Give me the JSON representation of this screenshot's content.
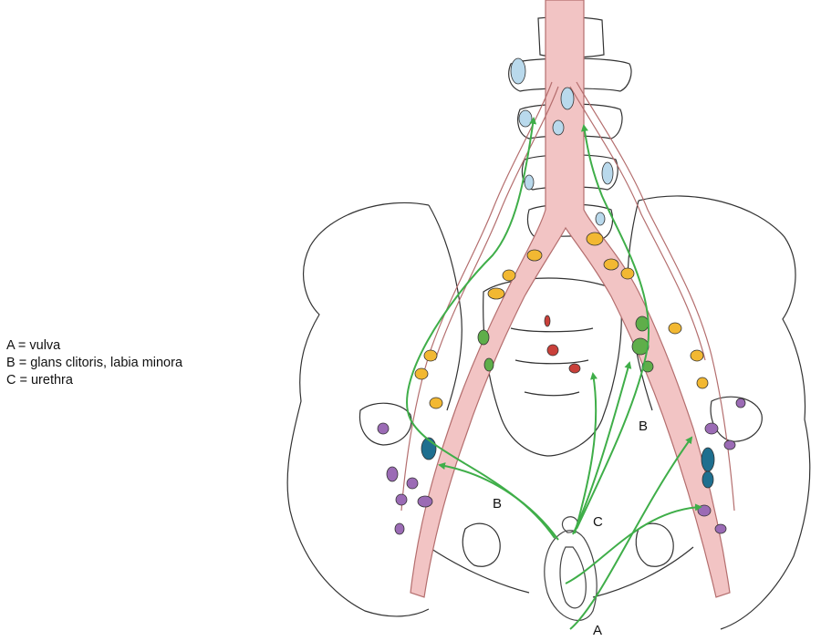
{
  "legend": {
    "a": "A = vulva",
    "b": "B = glans clitoris, labia minora",
    "c": "C = urethra"
  },
  "labels": {
    "a": "A",
    "b_left": "B",
    "b_right": "B",
    "c": "C"
  },
  "colors": {
    "vessel": "#f2c4c4",
    "vessel_outline": "#b46e6e",
    "bone_outline": "#333333",
    "arrow": "#3fae49",
    "node_light_blue": "#b9d9ec",
    "node_yellow": "#f2b832",
    "node_green": "#5fae4a",
    "node_red": "#c9403a",
    "node_teal": "#1f6f8f",
    "node_purple": "#9b6bb5"
  }
}
